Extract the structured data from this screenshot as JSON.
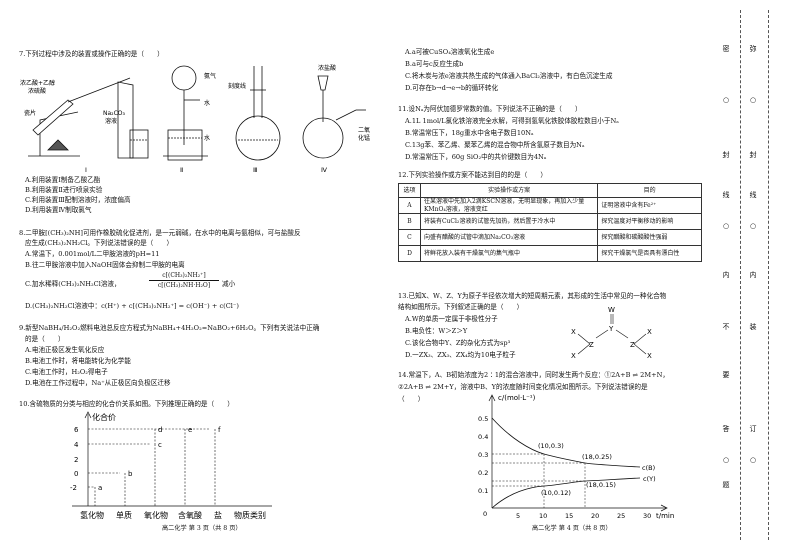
{
  "q7": {
    "stem": "7.下列过程中涉及的装置或操作正确的是（　　）",
    "labels": {
      "mix": "浓乙酸+乙醇",
      "h2so4": "浓硫酸",
      "chip": "瓷片",
      "na2co3": "Na₂CO₃",
      "soln": "溶液",
      "ammonia": "氨气",
      "water": "水",
      "water2": "水",
      "mark": "刻度线",
      "hcl": "浓盐酸",
      "mno2a": "二氧",
      "mno2b": "化锰",
      "roman": [
        "Ⅰ",
        "Ⅱ",
        "Ⅲ",
        "Ⅳ"
      ]
    },
    "options": [
      "A.利用装置Ⅰ制备乙酸乙酯",
      "B.利用装置Ⅱ进行喷泉实验",
      "C.利用装置Ⅲ配制溶液时，浓度偏高",
      "D.利用装置Ⅳ制取氯气"
    ]
  },
  "q8": {
    "stem1": "8.二甲胺[(CH₃)₂NH]可用作橡胶硫化促进剂，是一元弱碱，在水中的电离与氨相似，可与盐酸反",
    "stem2": "应生成(CH₃)₂NH₂Cl。下列说法错误的是（　　）",
    "options": [
      "A.常温下，0.001mol/L二甲胺溶液的pH=11",
      "B.往二甲胺溶液中加入NaOH固体会抑制二甲胺的电离",
      "C.加水稀释(CH₃)₂NH₂Cl溶液，",
      "减小",
      "D.(CH₃)₂NH₂Cl溶液中：c(H⁺) + c[(CH₃)₂NH₂⁺] = c(OH⁻) + c(Cl⁻)"
    ],
    "frac_top": "c[(CH₃)₂NH₂⁺]",
    "frac_bot": "c[(CH₃)₂NH·H₂O]"
  },
  "q9": {
    "stem1": "9.新型NaBH₄/H₂O₂燃料电池总反应方程式为NaBH₄+4H₂O₂=NaBO₂+6H₂O。下列有关说法中正确",
    "stem2": "的是（　　）",
    "options": [
      "A.电池正极区发生氧化反应",
      "B.电池工作时，将电能转化为化学能",
      "C.电池工作时，H₂O₂得电子",
      "D.电池在工作过程中，Na⁺从正极区向负极区迁移"
    ]
  },
  "q10": {
    "stem": "10.含硫物质的分类与相应的化合价关系如图。下列推理正确的是（　　）",
    "chart": {
      "ylabel": "化合价",
      "yticks": [
        "6",
        "4",
        "2",
        "0",
        "-2"
      ],
      "categories": [
        "氢化物",
        "单质",
        "氧化物",
        "含氧酸",
        "盐",
        "物质类别"
      ],
      "points": [
        "a",
        "b",
        "c",
        "d",
        "e",
        "f"
      ]
    }
  },
  "q10opts": [
    "A.a可被CuSO₄溶液氧化生成e",
    "B.a可与c反应生成b",
    "C.将木炭与浓e溶液共热生成的气体通入BaCl₂溶液中，有白色沉淀生成",
    "D.可存在b→d→e→b的循环转化"
  ],
  "q11": {
    "stem": "11.设Nₐ为阿伏加德罗常数的值。下列说法不正确的是（　　）",
    "options": [
      "A.1L 1mol/L氯化铁溶液完全水解，可得到氢氧化铁胶体胶粒数目小于Nₐ",
      "B.常温常压下，18g重水中含电子数目10Nₐ",
      "C.13g苯、苯乙烯、聚苯乙烯的混合物中所含氢原子数目为Nₐ",
      "D.常温常压下，60g SiO₂中的共价键数目为4Nₐ"
    ]
  },
  "q12": {
    "stem": "12.下列实验操作或方案不能达到目的的是（　　）",
    "headers": [
      "选项",
      "实验操作或方案",
      "目的"
    ],
    "rows": [
      [
        "A",
        "往某溶液中先加入2滴KSCN溶液，无明显现象，再加入少量KMnO₄溶液，溶液变红",
        "证明溶液中含有Fe²⁺"
      ],
      [
        "B",
        "将装有CuCl₂溶液的试管先加热，然后置于冷水中",
        "探究温度对平衡移动的影响"
      ],
      [
        "C",
        "向盛有醋酸的试管中滴加Na₂CO₃溶液",
        "探究醋酸和碳酸酸性强弱"
      ],
      [
        "D",
        "将鲜花放入装有干燥氯气的集气瓶中",
        "探究干燥氯气是否具有漂白性"
      ]
    ]
  },
  "q13": {
    "stem1": "13.已知X、W、Z、Y为原子半径依次增大的短周期元素，其形成的生活中常见的一种化合物",
    "stem2": "结构如图所示。下列叙述正确的是（　　）",
    "options": [
      "A.W的单质一定属于非极性分子",
      "B.电负性：W＞Z＞Y",
      "C.该化合物中Y、Z的杂化方式为sp³",
      "D.一ZX₃、ZX₃、ZX₄均为10电子粒子"
    ],
    "struct": {
      "W": "W",
      "Y": "Y",
      "Z1": "Z",
      "Z2": "Z",
      "X": "X"
    }
  },
  "q14": {
    "stem1": "14.常温下，A、B初始浓度为2∶1的混合溶液中，同时发生两个反应：①2A+B ⇌ 2M+N，",
    "stem2": "②2A+B ⇌ 2M+Y，溶液中B、Y的浓度随时间变化情况如图所示。下列说法错误的是",
    "stem3": "（　　）",
    "chart": {
      "ylabel": "c/(mol·L⁻¹)",
      "xlabel": "t/min",
      "yticks": [
        "0.5",
        "0.4",
        "0.3",
        "0.2",
        "0.1",
        "0"
      ],
      "xticks": [
        "0",
        "5",
        "10",
        "15",
        "20",
        "25",
        "30"
      ],
      "labels": [
        "(10,0.3)",
        "(18,0.25)",
        "(10,0.12)",
        "(18,0.15)",
        "c(B)",
        "c(Y)"
      ]
    }
  },
  "footer_left": "高二化学  第 3 页（共 8 页）",
  "footer_right": "高二化学  第 4 页（共 8 页）",
  "side": {
    "col1": [
      "密",
      "封",
      "线",
      "内",
      "不",
      "要",
      "答",
      "题"
    ],
    "col2": [
      "弥",
      "封",
      "线",
      "内",
      "装",
      "订"
    ],
    "circle": "○"
  }
}
